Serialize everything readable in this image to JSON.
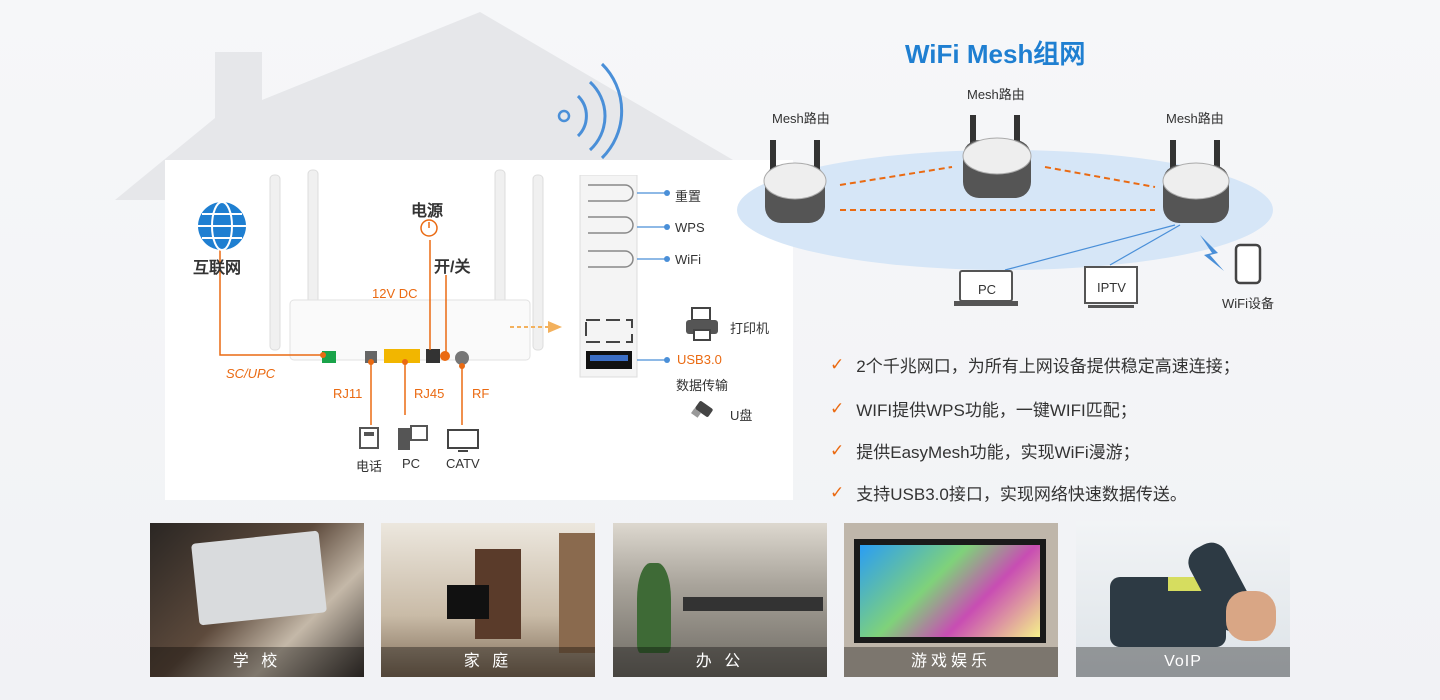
{
  "house": {
    "internet_label": "互联网",
    "power_label": "电源",
    "onoff_label": "开/关",
    "dc_label": "12V DC",
    "scupc_label": "SC/UPC",
    "rj11_label": "RJ11",
    "rj45_label": "RJ45",
    "rf_label": "RF",
    "devices": {
      "phone": "电话",
      "pc": "PC",
      "catv": "CATV"
    },
    "side_buttons": {
      "reset": "重置",
      "wps": "WPS",
      "wifi": "WiFi"
    },
    "printer_label": "打印机",
    "usb_label": "USB3.0",
    "usb_desc": "数据传输",
    "udisk_label": "U盘"
  },
  "mesh": {
    "title": "WiFi Mesh组网",
    "node_left": "Mesh路由",
    "node_center": "Mesh路由",
    "node_right": "Mesh路由",
    "client_pc": "PC",
    "client_iptv": "IPTV",
    "client_wifi": "WiFi设备"
  },
  "features": [
    "2个千兆网口，为所有上网设备提供稳定高速连接；",
    "WIFI提供WPS功能，一键WIFI匹配；",
    "提供EasyMesh功能，实现WiFi漫游；",
    "支持USB3.0接口，实现网络快速数据传送。"
  ],
  "scenes": [
    "学 校",
    "家 庭",
    "办 公",
    "游戏娱乐",
    "VoIP"
  ],
  "colors": {
    "accent": "#ea6a12",
    "brand_blue": "#1f7fd1",
    "mesh_ellipse": "#d6e6f7"
  }
}
